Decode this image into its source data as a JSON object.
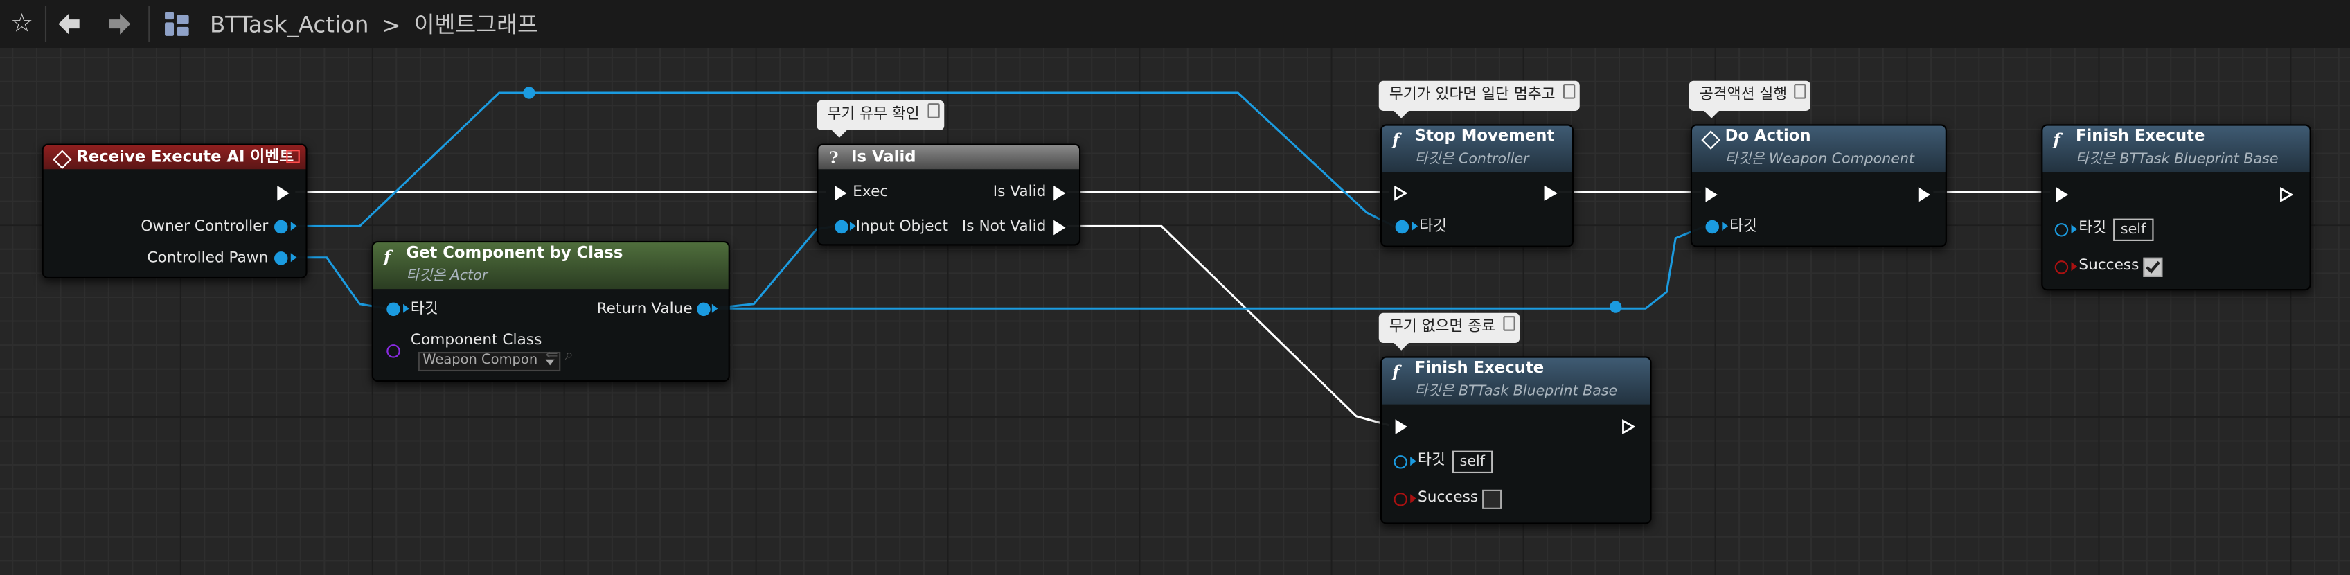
{
  "toolbar": {
    "star_icon": "star-outline-icon",
    "back_icon": "arrow-left-icon",
    "forward_icon": "arrow-right-icon",
    "blueprint_icon": "blueprint-graph-icon",
    "asset_name": "BTTask_Action",
    "separator": ">",
    "graph_name": "이벤트그래프"
  },
  "colors": {
    "exec_wire": "#ffffff",
    "object_wire": "#1b9be0",
    "event_header": "#8f1f1f",
    "function_header": "#3f5b73",
    "pure_header": "#4f6e3c",
    "macro_header": "#8a8a8a"
  },
  "comments": {
    "is_valid": "무기 유무 확인",
    "stop_movement": "무기가 있다면 일단 멈추고",
    "do_action": "공격액션 실행",
    "finish_fail": "무기 없으면 종료"
  },
  "nodes": {
    "receive_execute": {
      "title": "Receive Execute AI 이벤트",
      "owner_controller": "Owner Controller",
      "controlled_pawn": "Controlled Pawn"
    },
    "get_component": {
      "title": "Get Component by Class",
      "target_label": "타깃은 Actor",
      "target_pin": "타깃",
      "return_value": "Return Value",
      "component_class": "Component Class",
      "component_class_value": "Weapon Compon"
    },
    "is_valid": {
      "title": "Is Valid",
      "exec": "Exec",
      "is_valid": "Is Valid",
      "input_object": "Input Object",
      "is_not_valid": "Is Not Valid"
    },
    "stop_movement": {
      "title": "Stop Movement",
      "target_label": "타깃은 Controller",
      "target_pin": "타깃"
    },
    "do_action": {
      "title": "Do Action",
      "target_label": "타깃은 Weapon Component",
      "target_pin": "타깃"
    },
    "finish_success": {
      "title": "Finish Execute",
      "target_label": "타깃은 BTTask Blueprint Base",
      "target_pin": "타깃",
      "self": "self",
      "success": "Success",
      "success_checked": true
    },
    "finish_fail": {
      "title": "Finish Execute",
      "target_label": "타깃은 BTTask Blueprint Base",
      "target_pin": "타깃",
      "self": "self",
      "success": "Success",
      "success_checked": false
    }
  }
}
